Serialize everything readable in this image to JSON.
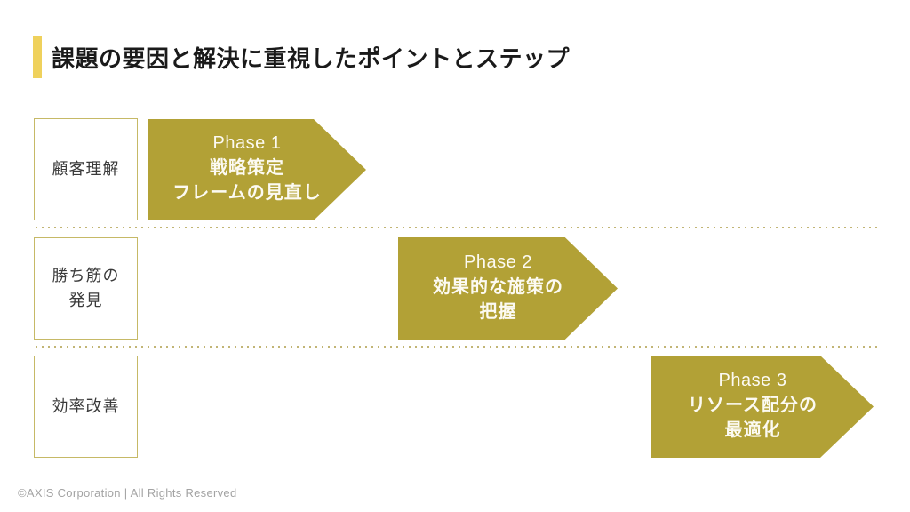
{
  "slide": {
    "title": "課題の要因と解決に重視したポイントとステップ",
    "footer": "©AXIS Corporation | All Rights Reserved"
  },
  "colors": {
    "accent_bar": "#EFD15C",
    "arrow_fill": "#B2A136",
    "box_border": "#C6B966",
    "dot_color": "#C2B575",
    "title_text": "#1A1A1A",
    "box_text": "#3A3A3A",
    "arrow_text": "#FCFAF2",
    "footer_text": "#A3A3A3"
  },
  "rows": [
    {
      "box_label": "顧客理解",
      "phase_label": "Phase 1",
      "phase_body": "戦略策定\nフレームの見直し"
    },
    {
      "box_label": "勝ち筋の\n発見",
      "phase_label": "Phase 2",
      "phase_body": "効果的な施策の\n把握"
    },
    {
      "box_label": "効率改善",
      "phase_label": "Phase 3",
      "phase_body": "リソース配分の\n最適化"
    }
  ]
}
